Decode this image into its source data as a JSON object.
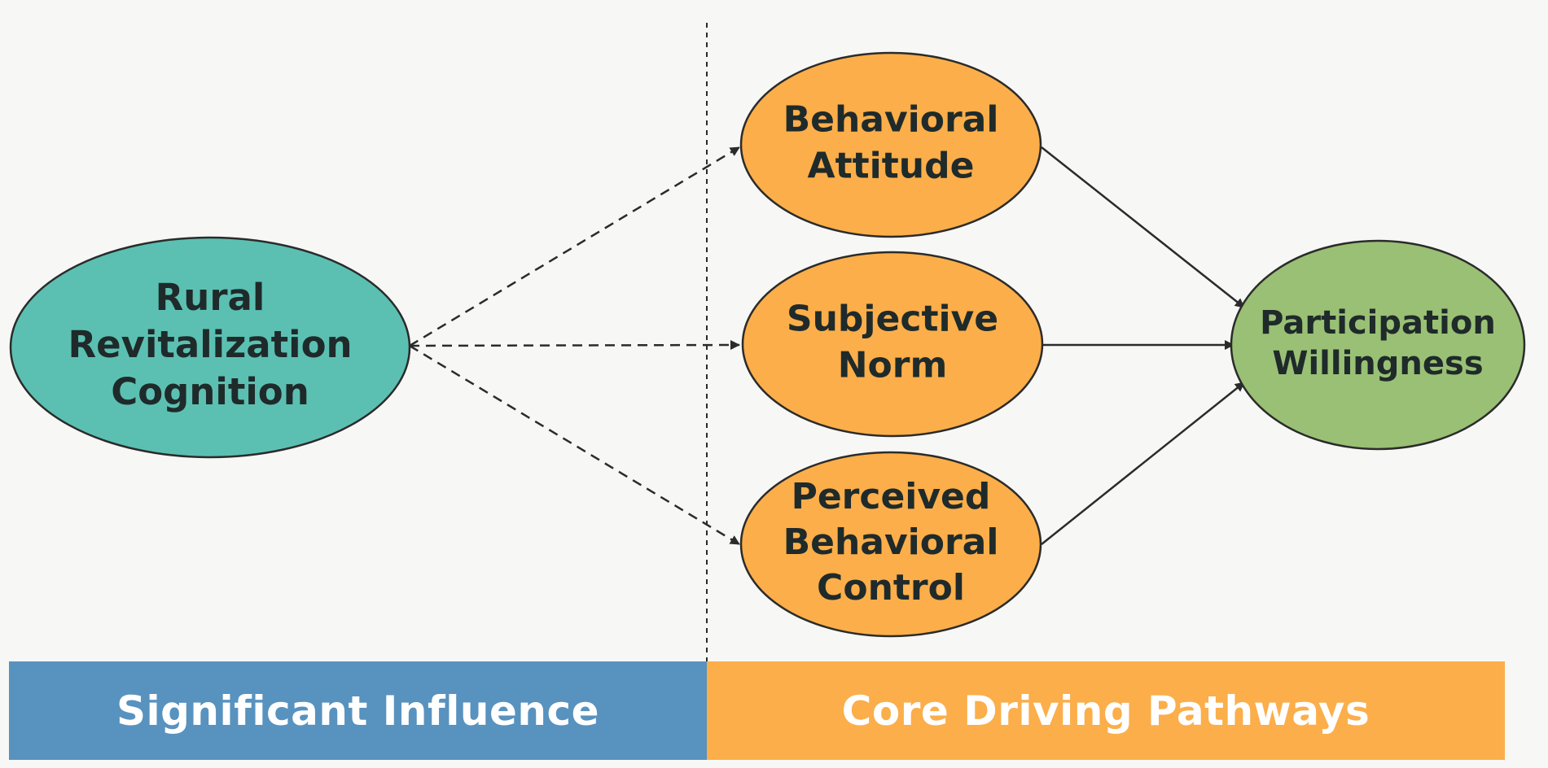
{
  "colors": {
    "background": "#f7f7f6",
    "teal": "#5bc0b2",
    "orange": "#fbae4a",
    "green": "#99c074",
    "blue_band": "#5892bf",
    "orange_band": "#fbae4a",
    "outline": "#2b2b2b",
    "text": "#1f2a2a"
  },
  "nodes": {
    "rural_revitalization_cognition": {
      "lines": [
        "Rural",
        "Revitalization",
        "Cognition"
      ],
      "color": "teal"
    },
    "behavioral_attitude": {
      "lines": [
        "Behavioral",
        "Attitude"
      ],
      "color": "orange"
    },
    "subjective_norm": {
      "lines": [
        "Subjective",
        "Norm"
      ],
      "color": "orange"
    },
    "perceived_behavioral_control": {
      "lines": [
        "Perceived",
        "Behavioral",
        "Control"
      ],
      "color": "orange"
    },
    "participation_willingness": {
      "lines": [
        "Participation",
        "Willingness"
      ],
      "color": "green"
    }
  },
  "edges": [
    {
      "from": "rural_revitalization_cognition",
      "to": "behavioral_attitude",
      "style": "dashed"
    },
    {
      "from": "rural_revitalization_cognition",
      "to": "subjective_norm",
      "style": "dashed"
    },
    {
      "from": "rural_revitalization_cognition",
      "to": "perceived_behavioral_control",
      "style": "dashed"
    },
    {
      "from": "behavioral_attitude",
      "to": "participation_willingness",
      "style": "solid"
    },
    {
      "from": "subjective_norm",
      "to": "participation_willingness",
      "style": "solid"
    },
    {
      "from": "perceived_behavioral_control",
      "to": "participation_willingness",
      "style": "solid"
    }
  ],
  "bands": {
    "left": {
      "label": "Significant Influence",
      "color": "blue_band"
    },
    "right": {
      "label": "Core Driving Pathways",
      "color": "orange_band"
    }
  }
}
